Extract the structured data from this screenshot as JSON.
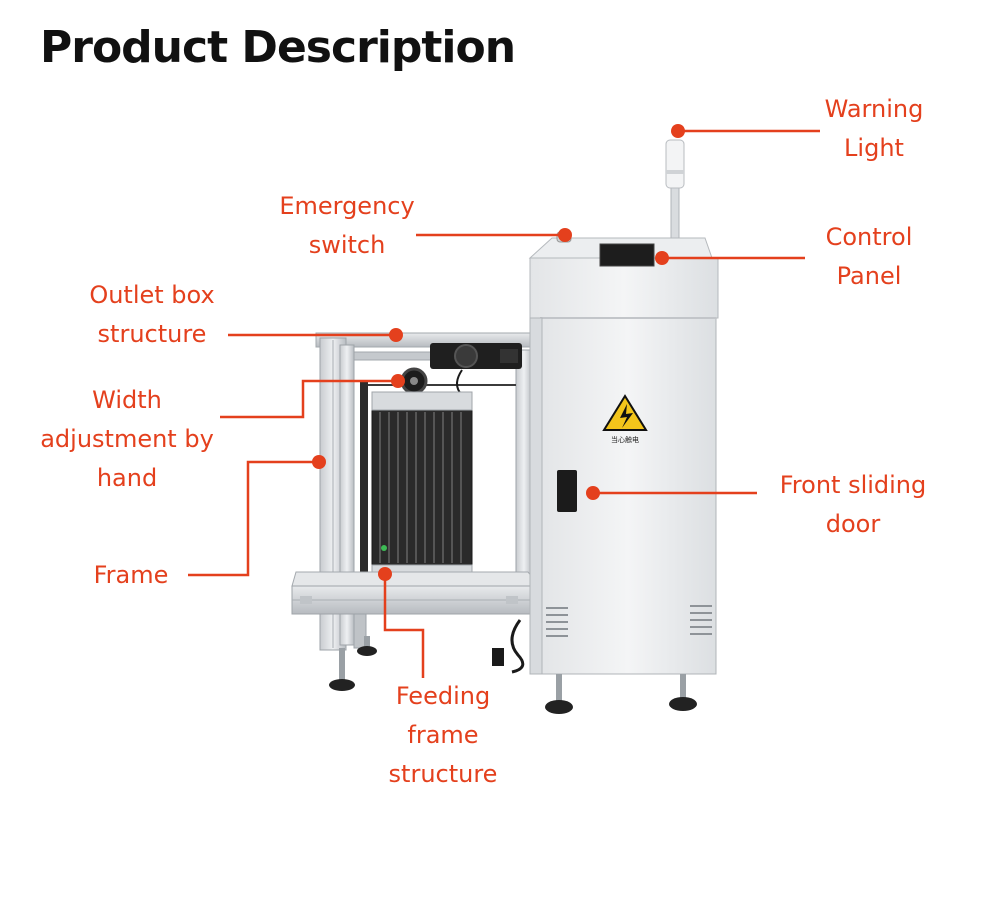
{
  "title": "Product Description",
  "accent_color": "#e4401d",
  "labels": {
    "warning_light": "Warning\nLight",
    "emergency_switch": "Emergency\nswitch",
    "control_panel": "Control\nPanel",
    "outlet_box": "Outlet box\nstructure",
    "width_adjustment": "Width\nadjustment by\nhand",
    "front_door": "Front sliding\ndoor",
    "frame": "Frame",
    "feeding_frame": "Feeding\nframe\nstructure"
  },
  "warning_sign_text": "当心触电"
}
